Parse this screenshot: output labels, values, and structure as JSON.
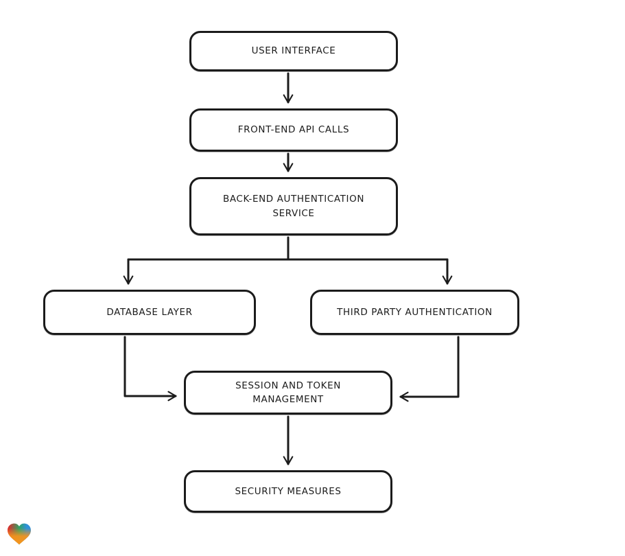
{
  "diagram": {
    "background_color": "#ffffff",
    "stroke_color": "#1b1b1b",
    "node_fill_color": "#ffffff",
    "nodes": [
      {
        "id": "user-interface",
        "label": "USER INTERFACE"
      },
      {
        "id": "front-end-api-calls",
        "label": "FRONT-END API CALLS"
      },
      {
        "id": "back-end-authentication-service",
        "label": "BACK-END AUTHENTICATION SERVICE"
      },
      {
        "id": "database-layer",
        "label": "DATABASE LAYER"
      },
      {
        "id": "third-party-authentication",
        "label": "THIRD PARTY AUTHENTICATION"
      },
      {
        "id": "session-and-token-management",
        "label": "SESSION AND TOKEN MANAGEMENT"
      },
      {
        "id": "security-measures",
        "label": "SECURITY MEASURES"
      }
    ],
    "edges": [
      {
        "from": "user-interface",
        "to": "front-end-api-calls"
      },
      {
        "from": "front-end-api-calls",
        "to": "back-end-authentication-service"
      },
      {
        "from": "back-end-authentication-service",
        "to": "database-layer"
      },
      {
        "from": "back-end-authentication-service",
        "to": "third-party-authentication"
      },
      {
        "from": "database-layer",
        "to": "session-and-token-management"
      },
      {
        "from": "third-party-authentication",
        "to": "session-and-token-management"
      },
      {
        "from": "session-and-token-management",
        "to": "security-measures"
      }
    ],
    "logo": {
      "name": "eraser-heart-logo",
      "colors": {
        "red": "#e8242a",
        "green": "#2fa363",
        "blue": "#2e90d9",
        "orange": "#f7941d"
      }
    }
  }
}
